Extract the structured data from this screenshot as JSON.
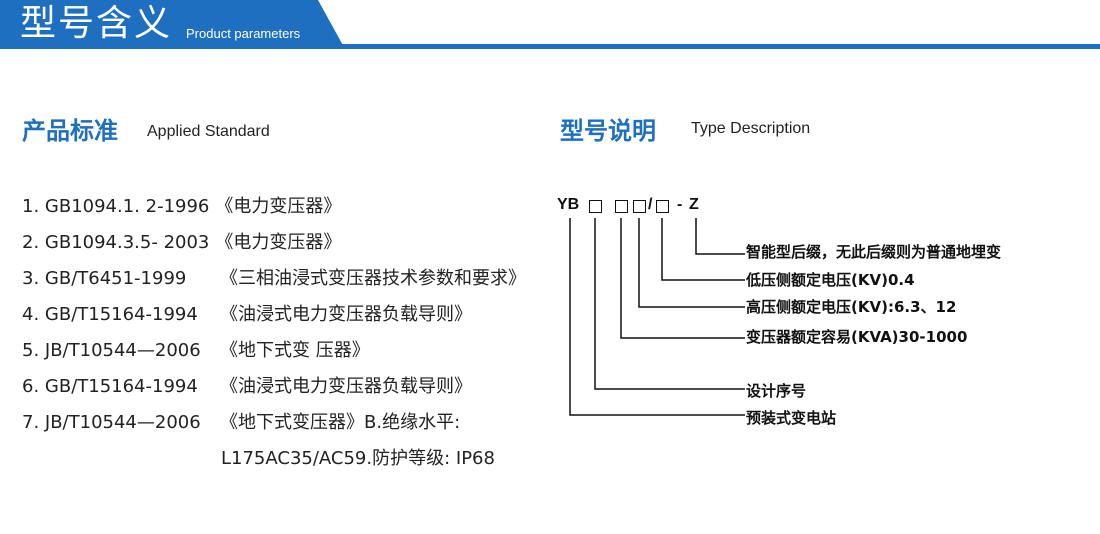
{
  "header": {
    "title": "型号含义",
    "subtitle": "Product parameters"
  },
  "applied_standard": {
    "title": "产品标准",
    "subtitle": "Applied Standard",
    "items": [
      {
        "code": "1. GB1094.1. 2-1996",
        "desc": "《电力变压器》"
      },
      {
        "code": "2. GB1094.3.5- 2003",
        "desc": "《电力变压器》"
      },
      {
        "code": "3. GB/T6451-1999",
        "desc": "《三相油浸式变压器技术参数和要求》"
      },
      {
        "code": "4. GB/T15164-1994",
        "desc": "《油浸式电力变压器负载导则》"
      },
      {
        "code": "5. JB/T10544—2006",
        "desc": "《地下式变 压器》"
      },
      {
        "code": "6. GB/T15164-1994",
        "desc": "《油浸式电力变压器负载导则》"
      },
      {
        "code": "7. JB/T10544—2006",
        "desc": "《地下式变压器》B.绝缘水平:"
      }
    ],
    "continuation": "L175AC35/AC59.防护等级: IP68"
  },
  "type_description": {
    "title": "型号说明",
    "subtitle": "Type Description",
    "code": {
      "prefix": "YB",
      "slash": "/",
      "dash": "-",
      "suffix": "Z"
    },
    "labels": [
      "智能型后缀，无此后缀则为普通地埋变",
      "低压侧额定电压(KV)0.4",
      "高压侧额定电压(KV):6.3、12",
      "变压器额定容易(KVA)30-1000",
      "设计序号",
      "预装式变电站"
    ]
  }
}
